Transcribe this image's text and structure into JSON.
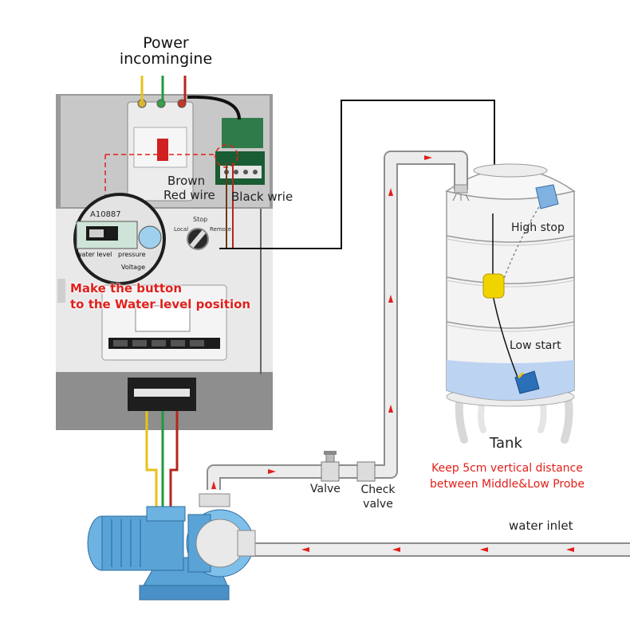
{
  "labels": {
    "power_line1": "Power",
    "power_line2": "incomingine",
    "brown": "Brown",
    "red_wire": "Red wire",
    "black_wire": "Black wrie",
    "make_line1": "Make the button",
    "make_line2": "to the Water level position",
    "high_stop": "High stop",
    "low_start": "Low start",
    "tank": "Tank",
    "keep_line1": "Keep 5cm vertical distance",
    "keep_line2": "between Middle&Low Probe",
    "valve": "Valve",
    "check_line1": "Check",
    "check_line2": "valve",
    "water_inlet": "water inlet"
  },
  "panel_text": {
    "breaker_code": "A10887",
    "stop": "Stop",
    "local": "Local",
    "remote": "Remote",
    "water_level": "water level",
    "pressure": "pressure",
    "voltage": "Voltage"
  },
  "colors": {
    "wire_yellow": "#e7c21a",
    "wire_green": "#1f9a3c",
    "wire_red": "#b3261e",
    "annotation_red": "#e0201b",
    "pipe": "#e6e6e6",
    "water": "#bcd3f2",
    "pump_blue": "#5aa3d6"
  },
  "icons": [
    "arrow-right-icon",
    "arrow-up-icon",
    "arrow-left-icon",
    "float-switch-icon"
  ]
}
